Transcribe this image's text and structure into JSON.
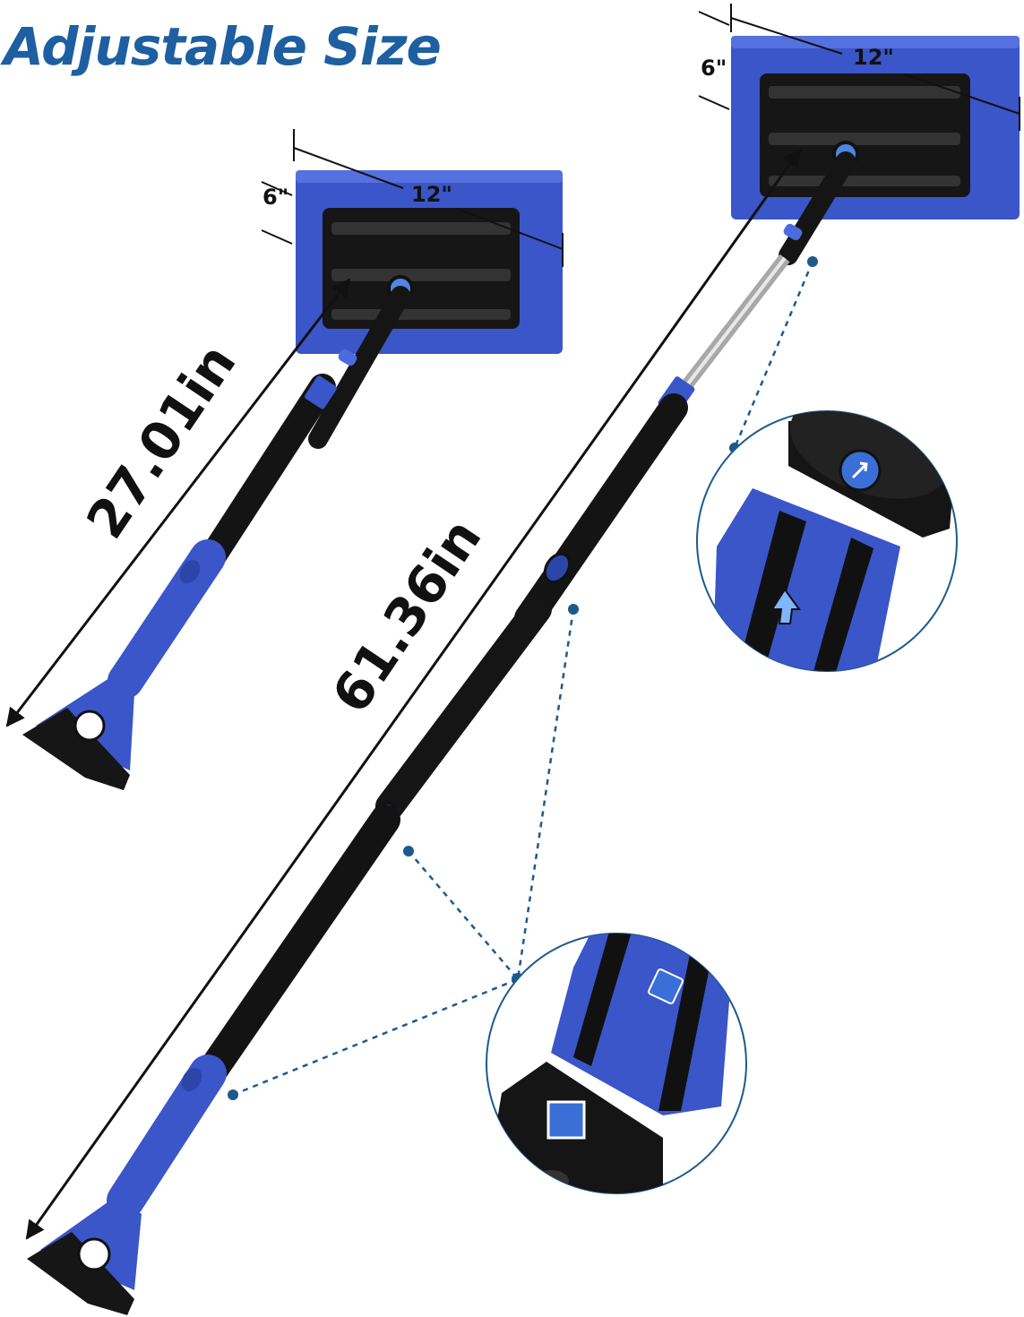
{
  "headline": "Adjustable Size",
  "short_tool": {
    "length_label": "27.01in",
    "head_width_label": "12\"",
    "head_depth_label": "6\""
  },
  "long_tool": {
    "length_label": "61.36in",
    "head_width_label": "12\"",
    "head_depth_label": "6\""
  },
  "colors": {
    "headline": "#1d5fa0",
    "tool_blue": "#3a56c8",
    "tool_black": "#121212",
    "callout_line": "#1d5a8c"
  }
}
